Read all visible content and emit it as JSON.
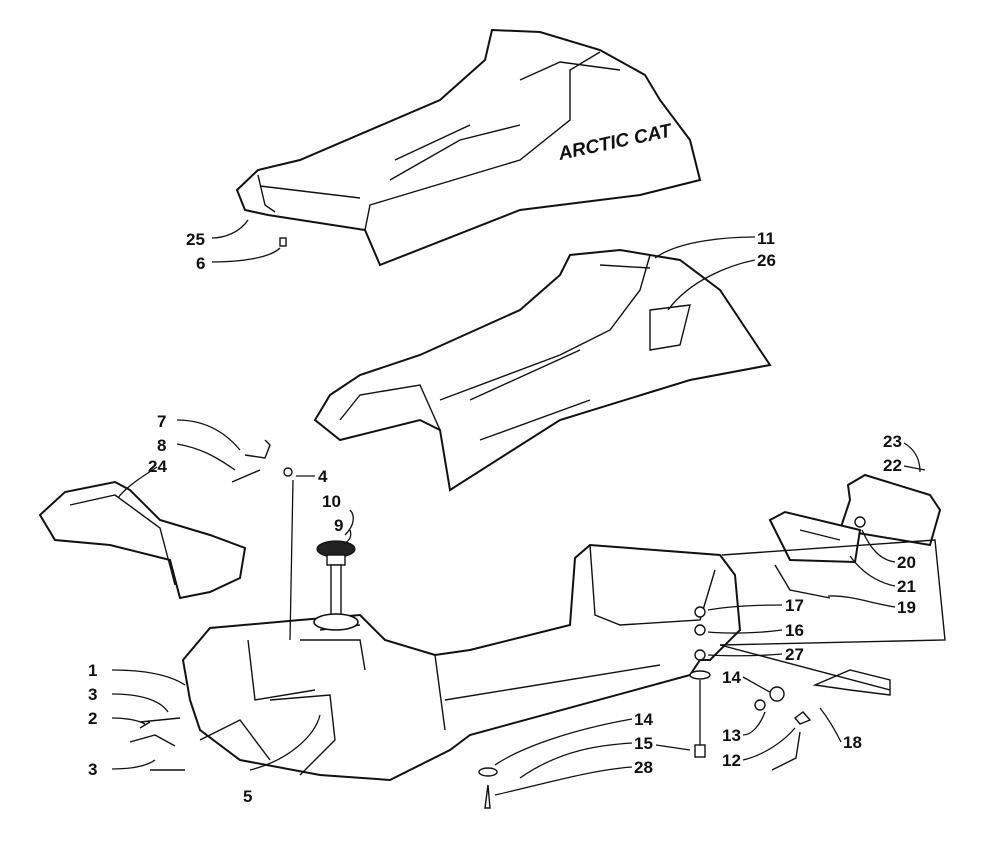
{
  "brand_logo": "ARCTIC CAT",
  "callouts": [
    {
      "label": "25"
    },
    {
      "label": "6"
    },
    {
      "label": "11"
    },
    {
      "label": "26"
    },
    {
      "label": "7"
    },
    {
      "label": "8"
    },
    {
      "label": "4"
    },
    {
      "label": "10"
    },
    {
      "label": "9"
    },
    {
      "label": "24"
    },
    {
      "label": "23"
    },
    {
      "label": "22"
    },
    {
      "label": "20"
    },
    {
      "label": "21"
    },
    {
      "label": "19"
    },
    {
      "label": "17"
    },
    {
      "label": "16"
    },
    {
      "label": "27"
    },
    {
      "label": "1"
    },
    {
      "label": "3"
    },
    {
      "label": "2"
    },
    {
      "label": "3"
    },
    {
      "label": "5"
    },
    {
      "label": "14"
    },
    {
      "label": "15"
    },
    {
      "label": "28"
    },
    {
      "label": "14"
    },
    {
      "label": "13"
    },
    {
      "label": "12"
    },
    {
      "label": "18"
    }
  ]
}
